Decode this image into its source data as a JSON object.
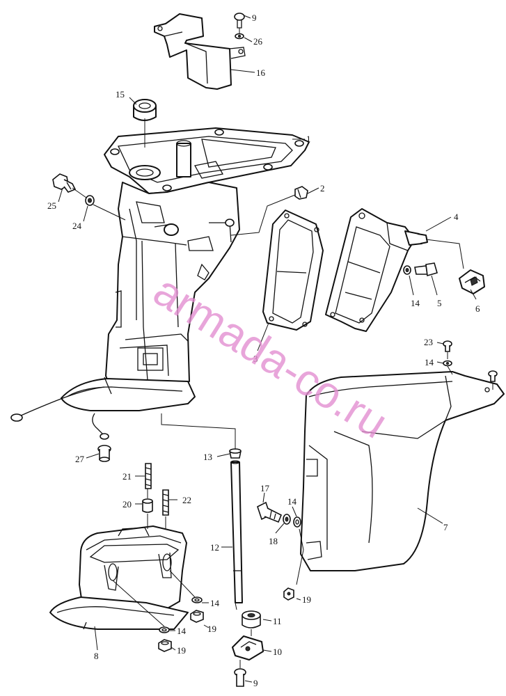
{
  "watermark": "armada-co.ru",
  "colors": {
    "line": "#111111",
    "watermark": "#e38fd1",
    "background": "#ffffff"
  },
  "callouts": [
    {
      "id": "c9a",
      "label": "9"
    },
    {
      "id": "c26",
      "label": "26"
    },
    {
      "id": "c16",
      "label": "16"
    },
    {
      "id": "c15",
      "label": "15"
    },
    {
      "id": "c1",
      "label": "1"
    },
    {
      "id": "c2",
      "label": "2"
    },
    {
      "id": "c25",
      "label": "25"
    },
    {
      "id": "c24",
      "label": "24"
    },
    {
      "id": "c4",
      "label": "4"
    },
    {
      "id": "c14a",
      "label": "14"
    },
    {
      "id": "c5",
      "label": "5"
    },
    {
      "id": "c6",
      "label": "6"
    },
    {
      "id": "c3",
      "label": "3"
    },
    {
      "id": "c23",
      "label": "23"
    },
    {
      "id": "c14b",
      "label": "14"
    },
    {
      "id": "c7",
      "label": "7"
    },
    {
      "id": "c27",
      "label": "27"
    },
    {
      "id": "c13",
      "label": "13"
    },
    {
      "id": "c21",
      "label": "21"
    },
    {
      "id": "c20",
      "label": "20"
    },
    {
      "id": "c22",
      "label": "22"
    },
    {
      "id": "c17",
      "label": "17"
    },
    {
      "id": "c14c",
      "label": "14"
    },
    {
      "id": "c18",
      "label": "18"
    },
    {
      "id": "c12",
      "label": "12"
    },
    {
      "id": "c14d",
      "label": "14"
    },
    {
      "id": "c19a",
      "label": "19"
    },
    {
      "id": "c19b",
      "label": "19"
    },
    {
      "id": "c11",
      "label": "11"
    },
    {
      "id": "c14e",
      "label": "14"
    },
    {
      "id": "c8",
      "label": "8"
    },
    {
      "id": "c19c",
      "label": "19"
    },
    {
      "id": "c10",
      "label": "10"
    },
    {
      "id": "c9b",
      "label": "9"
    }
  ]
}
